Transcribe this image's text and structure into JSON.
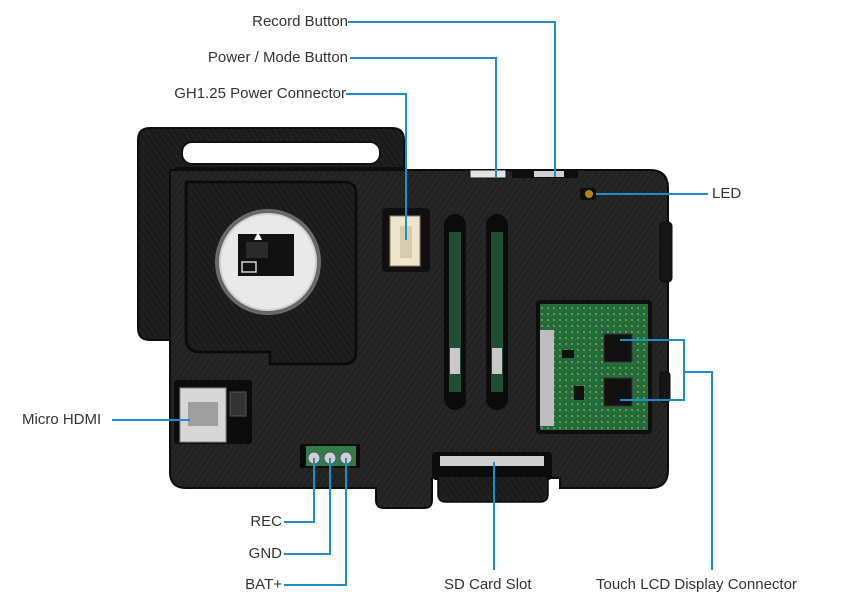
{
  "labels": {
    "record_button": "Record Button",
    "power_mode_button": "Power / Mode Button",
    "gh125_power_connector": "GH1.25 Power Connector",
    "led": "LED",
    "micro_hdmi": "Micro HDMI",
    "rec": "REC",
    "gnd": "GND",
    "bat_plus": "BAT+",
    "sd_card_slot": "SD Card Slot",
    "touch_lcd_connector": "Touch LCD Display Connector"
  },
  "colors": {
    "callout_line": "#1a8fc9",
    "label_text": "#333333",
    "case_body": "#1e1e1e",
    "pcb_green": "#1f6b3a",
    "background": "#ffffff"
  }
}
